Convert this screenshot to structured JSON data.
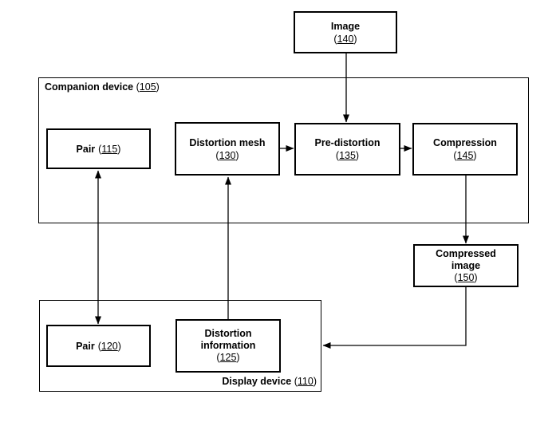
{
  "punct": {
    "open": "(",
    "close": ")"
  },
  "colors": {
    "line": "#000000",
    "background": "#ffffff",
    "text": "#000000",
    "box_fill": "#ffffff"
  },
  "nodes": {
    "image": {
      "label": "Image",
      "ref": "140"
    },
    "companion_device": {
      "label": "Companion device",
      "ref": "105"
    },
    "pair_115": {
      "label": "Pair",
      "ref": "115"
    },
    "distortion_mesh": {
      "label": "Distortion mesh",
      "ref": "130"
    },
    "pre_distortion": {
      "label": "Pre-distortion",
      "ref": "135"
    },
    "compression": {
      "label": "Compression",
      "ref": "145"
    },
    "compressed_image": {
      "label_line1": "Compressed",
      "label_line2": "image",
      "ref": "150"
    },
    "display_device": {
      "label": "Display device",
      "ref": "110"
    },
    "pair_120": {
      "label": "Pair",
      "ref": "120"
    },
    "distortion_information": {
      "label_line1": "Distortion",
      "label_line2": "information",
      "ref": "125"
    }
  },
  "edges": [
    {
      "from": "image",
      "to": "pre_distortion",
      "direction": "down"
    },
    {
      "from": "distortion_mesh",
      "to": "pre_distortion",
      "direction": "right"
    },
    {
      "from": "pre_distortion",
      "to": "compression",
      "direction": "right"
    },
    {
      "from": "compression",
      "to": "compressed_image",
      "direction": "down"
    },
    {
      "from": "compressed_image",
      "to": "display_device",
      "direction": "down-left"
    },
    {
      "from": "pair_115",
      "to": "pair_120",
      "direction": "both-vertical"
    },
    {
      "from": "distortion_information",
      "to": "distortion_mesh",
      "direction": "up"
    }
  ]
}
